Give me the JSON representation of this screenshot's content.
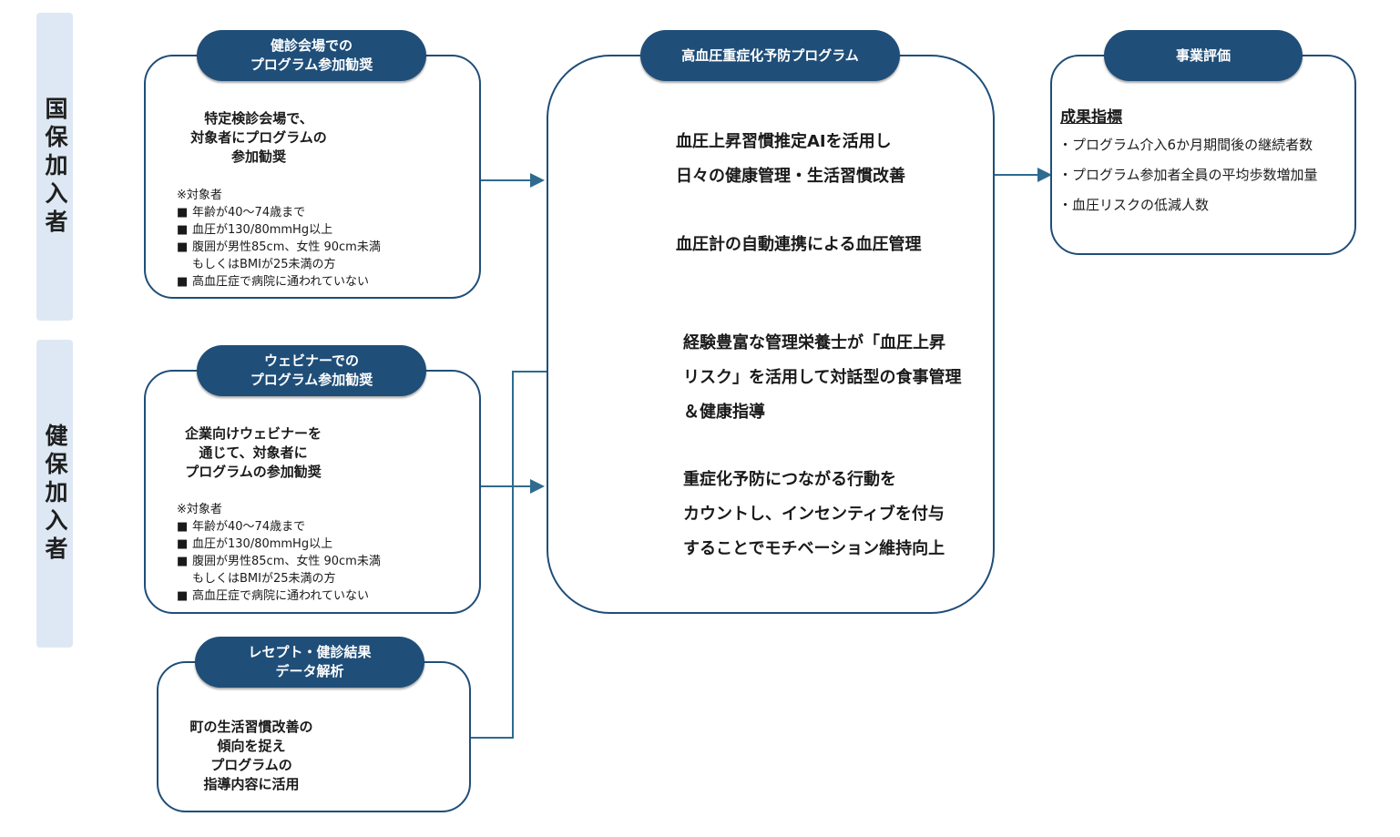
{
  "side_labels": {
    "kokuho": "国保加入者",
    "kenpo": "健保加入者"
  },
  "box_kenshin": {
    "header_line1": "健診会場での",
    "header_line2": "プログラム参加勧奨",
    "lead_line1": "特定検診会場で、",
    "lead_line2": "対象者にプログラムの",
    "lead_line3": "参加勧奨",
    "target_label": "※対象者",
    "criteria": [
      "年齢が40～74歳まで",
      "血圧が130/80mmHg以上",
      "腹囲が男性85cm、女性 90cm未満",
      "もしくはBMIが25未満の方",
      "高血圧症で病院に通われていない"
    ]
  },
  "box_webinar": {
    "header_line1": "ウェビナーでの",
    "header_line2": "プログラム参加勧奨",
    "lead_line1": "企業向けウェビナーを",
    "lead_line2": "通じて、対象者に",
    "lead_line3": "プログラムの参加勧奨",
    "target_label": "※対象者",
    "criteria": [
      "年齢が40～74歳まで",
      "血圧が130/80mmHg以上",
      "腹囲が男性85cm、女性 90cm未満",
      "もしくはBMIが25未満の方",
      "高血圧症で病院に通われていない"
    ]
  },
  "box_receipt": {
    "header_line1": "レセプト・健診結果",
    "header_line2": "データ解析",
    "lead_line1": "町の生活習慣改善の",
    "lead_line2": "傾向を捉え",
    "lead_line3": "プログラムの",
    "lead_line4": "指導内容に活用"
  },
  "program": {
    "header": "高血圧重症化予防プログラム",
    "item1_line1": "血圧上昇習慣推定AIを活用し",
    "item1_line2": "日々の健康管理・生活習慣改善",
    "item2_line1": "血圧計の自動連携による血圧管理",
    "item3_line1": "経験豊富な管理栄養士が「血圧上昇",
    "item3_line2": "リスク」を活用して対話型の食事管理",
    "item3_line3": "＆健康指導",
    "item4_line1": "重症化予防につながる行動を",
    "item4_line2": "カウントし、インセンティブを付与",
    "item4_line3": "することでモチベーション維持向上"
  },
  "evaluation": {
    "header": "事業評価",
    "title": "成果指標",
    "items": [
      "・プログラム介入6か月期間後の継続者数",
      "・プログラム参加者全員の平均歩数増加量",
      "・血圧リスクの低減人数"
    ]
  },
  "colors": {
    "navy": "#1f4e79",
    "side_bg": "#dde8f4",
    "arrow": "#2e6b8f"
  },
  "icons": [
    "doctor-consultation-icon",
    "webinar-icon",
    "chart-magnifier-icon",
    "smartphone-hand-icon",
    "blood-pressure-monitor-icon",
    "dietitian-icon",
    "coins-sprout-icon"
  ]
}
